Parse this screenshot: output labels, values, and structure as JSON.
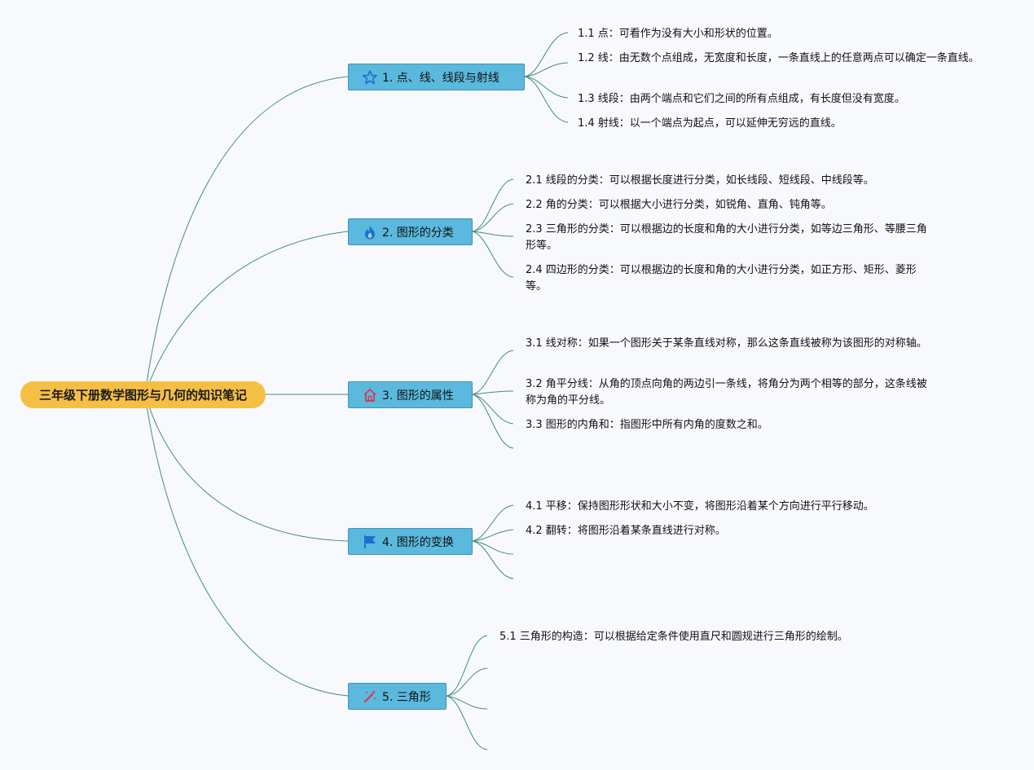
{
  "root": {
    "label": "三年级下册数学图形与几何的知识笔记"
  },
  "branches": [
    {
      "label": "1. 点、线、线段与射线",
      "icon": "star-icon",
      "items": [
        "1.1 点：可看作为没有大小和形状的位置。",
        "1.2 线：由无数个点组成，无宽度和长度，一条直线上的任意两点可以确定一条直线。",
        "1.3 线段：由两个端点和它们之间的所有点组成，有长度但没有宽度。",
        "1.4 射线：以一个端点为起点，可以延伸无穷远的直线。"
      ]
    },
    {
      "label": "2. 图形的分类",
      "icon": "fire-icon",
      "items": [
        "2.1 线段的分类：可以根据长度进行分类，如长线段、短线段、中线段等。",
        "2.2 角的分类：可以根据大小进行分类，如锐角、直角、钝角等。",
        "2.3 三角形的分类：可以根据边的长度和角的大小进行分类，如等边三角形、等腰三角形等。",
        "2.4 四边形的分类：可以根据边的长度和角的大小进行分类，如正方形、矩形、菱形等。"
      ]
    },
    {
      "label": "3. 图形的属性",
      "icon": "home-icon",
      "items": [
        "3.1 线对称：如果一个图形关于某条直线对称，那么这条直线被称为该图形的对称轴。",
        "3.2 角平分线：从角的顶点向角的两边引一条线，将角分为两个相等的部分，这条线被称为角的平分线。",
        "3.3 图形的内角和：指图形中所有内角的度数之和。"
      ]
    },
    {
      "label": "4. 图形的变换",
      "icon": "flag-icon",
      "items": [
        "4.1 平移：保持图形形状和大小不变，将图形沿着某个方向进行平行移动。",
        "4.2 翻转：将图形沿着某条直线进行对称。"
      ]
    },
    {
      "label": "5. 三角形",
      "icon": "magic-wand-icon",
      "items": [
        "5.1 三角形的构造：可以根据给定条件使用直尺和圆规进行三角形的绘制。"
      ]
    }
  ],
  "colors": {
    "root": "#f5bf45",
    "branch": "#5ab9dc",
    "branch_border": "#3f93b5",
    "link": "#3f8f7a",
    "background": "#f8f9fd"
  }
}
